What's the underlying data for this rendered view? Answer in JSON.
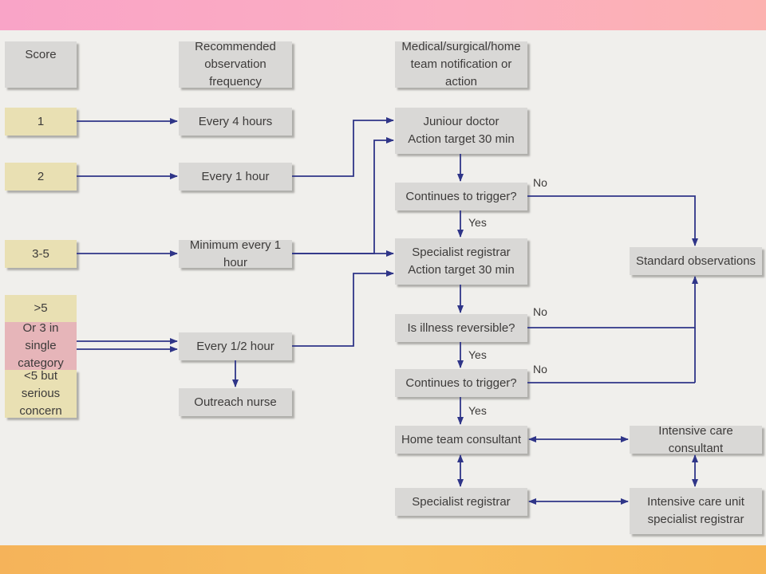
{
  "headers": {
    "score": "Score",
    "frequency": "Recommended\nobservation frequency",
    "action": "Medical/surgical/home\nteam notification or action"
  },
  "scores": {
    "s1": "1",
    "s2": "2",
    "s3": "3-5",
    "s4a": ">5",
    "s4b": "Or 3 in single\ncategory",
    "s4c": "<5 but serious\nconcern"
  },
  "frequencies": {
    "f1": "Every 4 hours",
    "f2": "Every 1 hour",
    "f3": "Minimum every 1 hour",
    "f4": "Every 1/2 hour",
    "outreach": "Outreach nurse"
  },
  "actions": {
    "junior": "Juniour doctor\nAction target 30 min",
    "trigger1": "Continues to trigger?",
    "registrar1": "Specialist registrar\nAction target 30 min",
    "reversible": "Is illness reversible?",
    "trigger2": "Continues to trigger?",
    "home_consultant": "Home team consultant",
    "registrar2": "Specialist registrar",
    "standard": "Standard observations",
    "icu_consultant": "Intensive care consultant",
    "icu_registrar": "Intensive care unit\nspecialist registrar"
  },
  "edge_labels": {
    "no1": "No",
    "yes1": "Yes",
    "no2": "No",
    "yes2": "Yes",
    "no3": "No",
    "yes3": "Yes"
  },
  "colors": {
    "arrow": "#2f3588",
    "score_fill": "#e9e0b3",
    "score_pink": "#e6b5b9",
    "box_fill": "#d9d8d6"
  }
}
